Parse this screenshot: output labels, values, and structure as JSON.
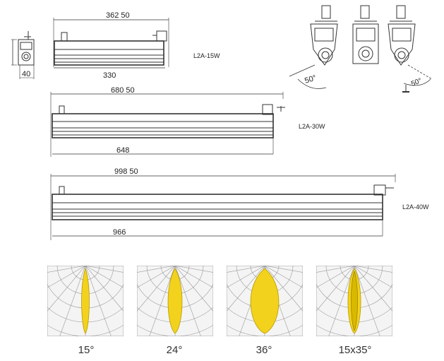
{
  "end_view": {
    "width_label": "40"
  },
  "rotation": {
    "left_angle_label": "50°",
    "right_angle_label": "50°"
  },
  "fixtures": [
    {
      "model": "L2A-15W",
      "overall_length_label": "362 50",
      "body_length_label": "330"
    },
    {
      "model": "L2A-30W",
      "overall_length_label": "680 50",
      "body_length_label": "648"
    },
    {
      "model": "L2A-40W",
      "overall_length_label": "998 50",
      "body_length_label": "966"
    }
  ],
  "beams": [
    {
      "label": "15°",
      "shape": "narrow"
    },
    {
      "label": "24°",
      "shape": "medium"
    },
    {
      "label": "36°",
      "shape": "wide"
    },
    {
      "label": "15x35°",
      "shape": "elliptical"
    }
  ],
  "colors": {
    "beam_fill": "#f2d21c",
    "line": "#333333",
    "grid": "#9a9a9a",
    "panel_bg": "#f4f4f4"
  }
}
